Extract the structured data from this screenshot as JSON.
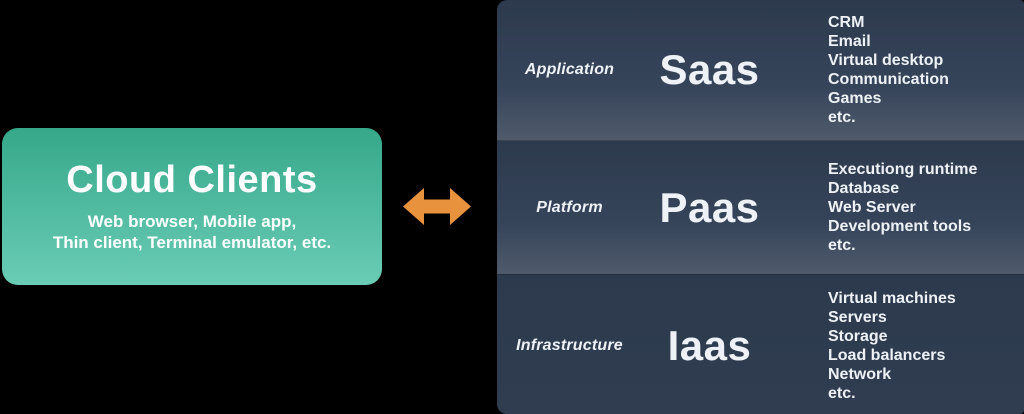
{
  "colors": {
    "background": "#000000",
    "client_box_top": "#36a88a",
    "client_box_bottom": "#6accb5",
    "arrow": "#e8923e",
    "row_top": "#2d3a4d",
    "row_bottom": "#4f5b6b",
    "text_light": "#eef2f7"
  },
  "client_box": {
    "title": "Cloud Clients",
    "subtitle_line1": "Web browser, Mobile app,",
    "subtitle_line2": "Thin client, Terminal emulator, etc."
  },
  "stack": {
    "rows": [
      {
        "label": "Application",
        "acronym": "Saas",
        "items": [
          "CRM",
          "Email",
          "Virtual desktop",
          "Communication",
          "Games",
          "etc."
        ]
      },
      {
        "label": "Platform",
        "acronym": "Paas",
        "items": [
          "Executiong runtime",
          "Database",
          "Web Server",
          "Development tools",
          "etc."
        ]
      },
      {
        "label": "Infrastructure",
        "acronym": "Iaas",
        "items": [
          "Virtual machines",
          "Servers",
          "Storage",
          "Load balancers",
          "Network",
          "etc."
        ]
      }
    ]
  }
}
